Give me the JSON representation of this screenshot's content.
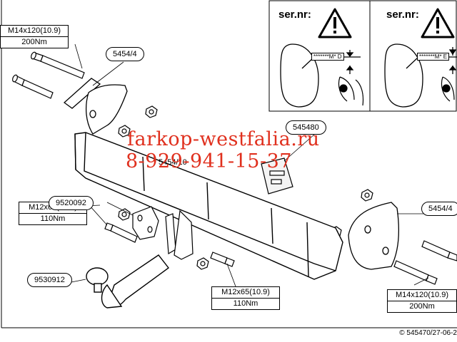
{
  "warning_box": {
    "left_panel": {
      "label": "ser.nr:",
      "serial": "*******M* D"
    },
    "right_panel": {
      "label": "ser.nr:",
      "serial": "*******M* E"
    }
  },
  "callouts": {
    "bolt_top_left": {
      "size": "M14x120(10.9)",
      "torque": "200Nm"
    },
    "bolt_mid_left": {
      "size": "M12x65(10.9)",
      "torque": "110Nm"
    },
    "bolt_bottom": {
      "size": "M12x65(10.9)",
      "torque": "110Nm"
    },
    "bolt_bottom_right": {
      "size": "M14x120(10.9)",
      "torque": "200Nm"
    }
  },
  "part_labels": {
    "bracket_left": "5454/4",
    "bracket_right": "5454/4",
    "crossbar": "5454/10",
    "plate": "545480",
    "socket_bracket": "9520092",
    "tow_ball": "9530912"
  },
  "watermark": {
    "site": "farkop-westfalia.ru",
    "phone": "8-929-941-15-37"
  },
  "footer": {
    "copyright": "© 545470/27-06-2"
  }
}
